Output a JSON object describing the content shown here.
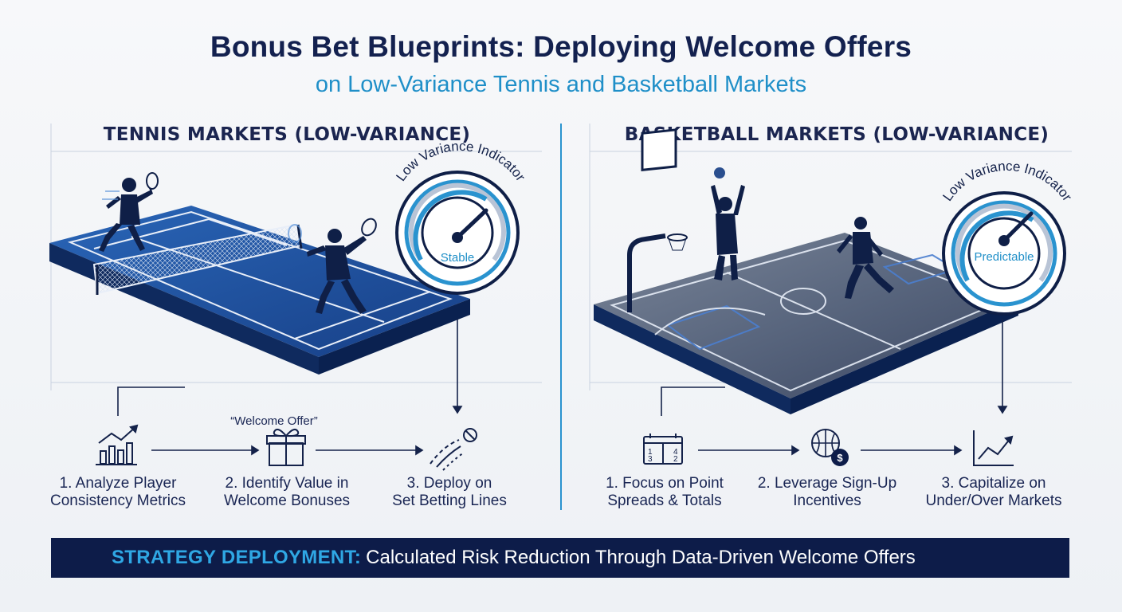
{
  "header": {
    "title": "Bonus Bet Blueprints: Deploying Welcome Offers",
    "subtitle": "on Low-Variance Tennis and Basketball Markets"
  },
  "tennis": {
    "title": "TENNIS MARKETS (LOW-VARIANCE)",
    "gauge_caption": "Low Variance Indicator",
    "gauge_value": "Stable",
    "welcome_tag": "“Welcome Offer”",
    "steps": [
      {
        "line1": "1. Analyze Player",
        "line2": "Consistency Metrics",
        "icon": "growth-bar-chart-icon"
      },
      {
        "line1": "2. Identify Value in",
        "line2": "Welcome Bonuses",
        "icon": "gift-box-icon"
      },
      {
        "line1": "3. Deploy on",
        "line2": "Set Betting Lines",
        "icon": "tennis-ball-trajectory-icon"
      }
    ]
  },
  "basketball": {
    "title": "BASKETBALL MARKETS (LOW-VARIANCE)",
    "gauge_caption": "Low Variance Indicator",
    "gauge_value": "Predictable",
    "steps": [
      {
        "line1": "1. Focus on Point",
        "line2": "Spreads & Totals",
        "icon": "scoreboard-icon"
      },
      {
        "line1": "2. Leverage Sign-Up",
        "line2": "Incentives",
        "icon": "basketball-dollar-icon"
      },
      {
        "line1": "3. Capitalize on",
        "line2": "Under/Over Markets",
        "icon": "line-chart-icon"
      }
    ]
  },
  "banner": {
    "strong": "STRATEGY DEPLOYMENT:",
    "rest": "Calculated Risk Reduction Through Data-Driven Welcome Offers",
    "icon": "shield-growth-icon"
  },
  "colors": {
    "navy": "#13214f",
    "accent_blue": "#1f8fc8",
    "court_blue": "#1d4e9c",
    "banner_bg": "#0d1c49"
  }
}
